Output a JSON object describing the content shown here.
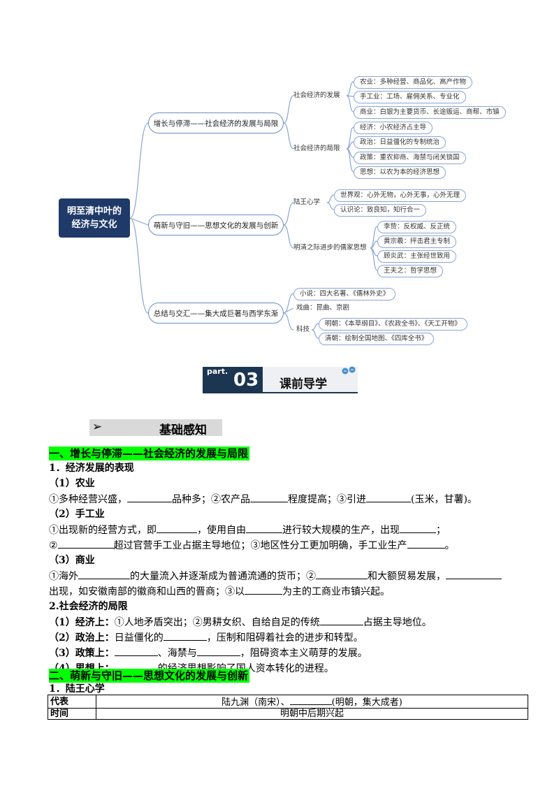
{
  "mindmap": {
    "root": [
      "明至清中叶的",
      "经济与文化"
    ],
    "branches": [
      {
        "label": "增长与停滞——社会经济的发展与局限",
        "groups": [
          {
            "label": "社会经济的发展",
            "leaves": [
              "农业：多种经营、商品化、高产作物",
              "手工业：工场、雇佣关系、专业化",
              "商业：白银为主要货币、长途贩运、商帮、市镇"
            ]
          },
          {
            "label": "社会经济的局限",
            "leaves": [
              "经济：小农经济占主导",
              "政治：日益僵化的专制统治",
              "政策：重农抑商、海禁与闭关锁国",
              "思想：以农为本的经济思想"
            ]
          }
        ]
      },
      {
        "label": "萌新与守旧——思想文化的发展与创新",
        "groups": [
          {
            "label": "陆王心学",
            "leaves": [
              "世界观：心外无物，心外无事，心外无理",
              "认识论：致良知，知行合一"
            ]
          },
          {
            "label": "明清之际进步的儒家思想",
            "leaves": [
              "李贽：反权威、反正统",
              "黄宗羲：抨击君主专制",
              "顾炎武：主张经世致用",
              "王夫之：哲学思想"
            ]
          }
        ]
      },
      {
        "label": "总结与交汇——集大成巨著与西学东渐",
        "groups": [
          {
            "label": "小说：四大名著、《儒林外史》",
            "leaves": []
          },
          {
            "label": "戏曲：昆曲、京剧",
            "leaves": []
          },
          {
            "label": "科技",
            "leaves": [
              "明朝：《本草纲目》、《农政全书》、《天工开物》",
              "清朝：绘制全国地图、《四库全书》"
            ]
          }
        ]
      }
    ]
  },
  "part_banner": {
    "word": "part.",
    "number": "03",
    "title": "课前导学"
  },
  "basics": {
    "arrow": "➢",
    "title": "基础感知"
  },
  "section1": {
    "heading": "一、增长与停滞——社会经济的发展与局限",
    "sub1": "1．经济发展的表现",
    "agri_title": "（1）农业",
    "agri_parts": [
      "①多种经营兴盛，",
      "品种多；②农产品",
      "程度提高；③引进",
      "(玉米，甘薯)。"
    ],
    "craft_title": "（2）手工业",
    "craft_line1": [
      "①出现新的经营方式，即",
      "，使用自由",
      "进行较大规模的生产，出现",
      "；"
    ],
    "craft_line2": [
      "②",
      "超过官营手工业占据主导地位；③地区性分工更加明确，手工业生产",
      "。"
    ],
    "trade_title": "（3）商业",
    "trade_line1": [
      "①海外",
      "的大量流入并逐渐成为普通流通的货币；②",
      "和大额贸易发展，"
    ],
    "trade_line2": [
      "出现，如安徽南部的徽商和山西的晋商；③以",
      "为主的工商业市镇兴起。"
    ],
    "sub2": "2.社会经济的局限",
    "econ_label": "（1）经济上：",
    "econ_parts": [
      "①人地矛盾突出；②男耕女织、自给自足的传统",
      "占据主导地位。"
    ],
    "pol_label": "（2）政治上：",
    "pol_parts": [
      "日益僵化的",
      "，压制和阻碍着社会的进步和转型。"
    ],
    "policy_label": "（3）政策上：",
    "policy_parts": [
      "、海禁与",
      "，阻碍资本主义萌芽的发展。"
    ],
    "thought_label": "（4）思想上：",
    "thought_parts": [
      "的经济思想影响了国人资本转化的进程。"
    ]
  },
  "section2": {
    "heading": "二、萌新与守旧——思想文化的发展与创新",
    "sub1": "1．陆王心学",
    "table": {
      "row1": {
        "header": "代表",
        "value_a": "陆九渊（南宋）、",
        "value_b": "(明朝，集大成者)"
      },
      "row2": {
        "header": "时间",
        "value": "明朝中后期兴起"
      }
    }
  }
}
